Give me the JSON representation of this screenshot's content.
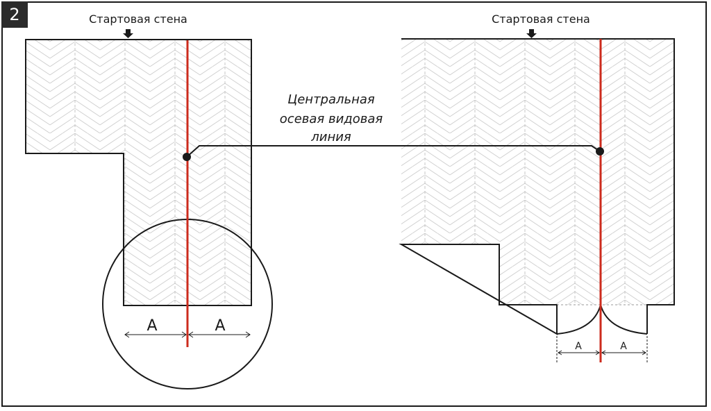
{
  "badge": "2",
  "left_plan": {
    "wall_label": "Стартовая стена",
    "dim_left": "A",
    "dim_right": "A"
  },
  "right_plan": {
    "wall_label": "Стартовая стена",
    "dim_left": "A",
    "dim_right": "A"
  },
  "axis_label": {
    "line1": "Центральная",
    "line2": "осевая видовая",
    "line3": "линия"
  },
  "colors": {
    "axis_line": "#cc2b1d",
    "outline": "#1a1a1a",
    "pattern": "#cfcfcf",
    "pattern_dash": "#bdbdbd"
  }
}
